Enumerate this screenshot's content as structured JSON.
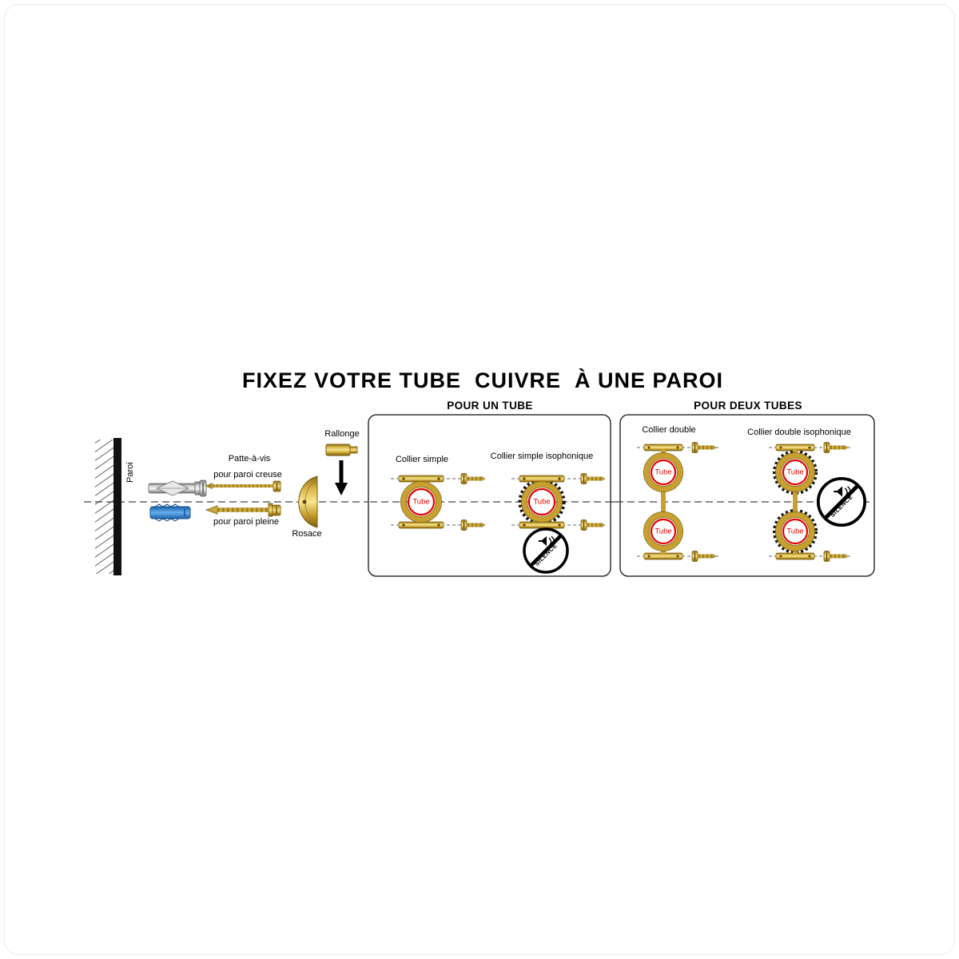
{
  "title": "FIXEZ VOTRE TUBE  CUIVRE  À UNE PAROI",
  "wall": {
    "label": "Paroi"
  },
  "fasteners": {
    "patte_a_vis": "Patte-à-vis",
    "paroi_creuse": "pour paroi creuse",
    "paroi_pleine": "pour paroi pleine",
    "rosace": "Rosace",
    "rallonge": "Rallonge"
  },
  "sections": {
    "single": {
      "header": "POUR UN TUBE",
      "left_label": "Collier simple",
      "right_label": "Collier simple isophonique"
    },
    "double": {
      "header": "POUR DEUX TUBES",
      "left_label": "Collier double",
      "right_label": "Collier double isophonique"
    }
  },
  "tube": "Tube",
  "silence": "SILENCE",
  "colors": {
    "brass": "#c7a02e",
    "brass_dark": "#7a5c10",
    "tube_red": "#e40000",
    "plug_blue": "#2f7fd0"
  }
}
